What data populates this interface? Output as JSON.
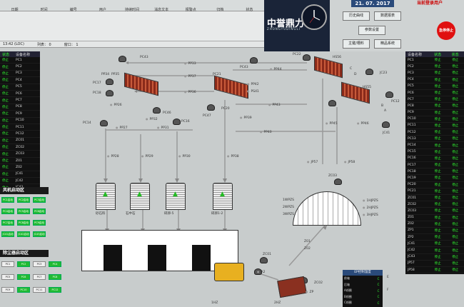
{
  "header": {
    "columns": [
      "日期",
      "时间",
      "编号",
      "用户",
      "持续时间",
      "消息文本",
      "报警点",
      "归档",
      "状态"
    ],
    "status_loc": "13:42 (LOC)",
    "list_label": "列表：",
    "list_val": "0",
    "window_label": "窗口：",
    "window_val": "1"
  },
  "logo": {
    "brand": "中誉鼎力",
    "sub": "ZHONGYUDINGLI"
  },
  "controls": {
    "date": "21. 07. 2017",
    "login": "当前登录用户",
    "buttons": [
      "历史曲线",
      "数据报表",
      "参数设置",
      "主键/槽料",
      "精品系统"
    ],
    "stop": "急停停止"
  },
  "left_table": {
    "headers": [
      "状态",
      "设备名称"
    ],
    "rows": [
      {
        "st": "停止",
        "nm": "PC1"
      },
      {
        "st": "停止",
        "nm": "PC2"
      },
      {
        "st": "停止",
        "nm": "PC3"
      },
      {
        "st": "停止",
        "nm": "PC4"
      },
      {
        "st": "停止",
        "nm": "PC5"
      },
      {
        "st": "停止",
        "nm": "PC6"
      },
      {
        "st": "停止",
        "nm": "PC7"
      },
      {
        "st": "停止",
        "nm": "PC8"
      },
      {
        "st": "停止",
        "nm": "PC9"
      },
      {
        "st": "停止",
        "nm": "PC10"
      },
      {
        "st": "停止",
        "nm": "PC11"
      },
      {
        "st": "停止",
        "nm": "PC12"
      },
      {
        "st": "停止",
        "nm": "ZC01"
      },
      {
        "st": "停止",
        "nm": "ZC02"
      },
      {
        "st": "停止",
        "nm": "ZC03"
      },
      {
        "st": "停止",
        "nm": "Z01"
      },
      {
        "st": "停止",
        "nm": "Z02"
      },
      {
        "st": "停止",
        "nm": "JC41"
      },
      {
        "st": "停止",
        "nm": "JC42"
      },
      {
        "st": "停止",
        "nm": "JC43"
      }
    ]
  },
  "fan_zone": {
    "title": "风机启动区",
    "buttons": [
      "PC1启动",
      "PC2启动",
      "PC3启动",
      "PC4启动",
      "PC5启动",
      "PC6启动",
      "PC7启动",
      "PC8启动",
      "PC9启动",
      "JC41启动",
      "JC42启动",
      "JC43启动"
    ]
  },
  "dust_zone": {
    "title": "除尘器启动区",
    "buttons": [
      "PC1",
      "PC2",
      "PC3",
      "PC4",
      "PC5",
      "PC6",
      "PC7",
      "PC8",
      "PC9",
      "PC10",
      "PC11",
      "PC12"
    ]
  },
  "right_table": {
    "headers": [
      "设备名称",
      "状态",
      "状态"
    ],
    "rows": [
      {
        "n": "PC1",
        "a": "停止",
        "b": "停止"
      },
      {
        "n": "PC2",
        "a": "停止",
        "b": "停止"
      },
      {
        "n": "PC3",
        "a": "停止",
        "b": "停止"
      },
      {
        "n": "PC4",
        "a": "停止",
        "b": "停止"
      },
      {
        "n": "PC5",
        "a": "停止",
        "b": "停止"
      },
      {
        "n": "PC6",
        "a": "停止",
        "b": "停止"
      },
      {
        "n": "PC7",
        "a": "停止",
        "b": "停止"
      },
      {
        "n": "PC8",
        "a": "停止",
        "b": "停止"
      },
      {
        "n": "PC9",
        "a": "停止",
        "b": "停止"
      },
      {
        "n": "PC10",
        "a": "停止",
        "b": "停止"
      },
      {
        "n": "PC11",
        "a": "停止",
        "b": "停止"
      },
      {
        "n": "PC12",
        "a": "停止",
        "b": "停止"
      },
      {
        "n": "PC13",
        "a": "停止",
        "b": "停止"
      },
      {
        "n": "PC14",
        "a": "停止",
        "b": "停止"
      },
      {
        "n": "PC15",
        "a": "停止",
        "b": "停止"
      },
      {
        "n": "PC16",
        "a": "停止",
        "b": "停止"
      },
      {
        "n": "PC17",
        "a": "停止",
        "b": "停止"
      },
      {
        "n": "PC18",
        "a": "停止",
        "b": "停止"
      },
      {
        "n": "PC19",
        "a": "停止",
        "b": "停止"
      },
      {
        "n": "PC20",
        "a": "停止",
        "b": "停止"
      },
      {
        "n": "PC21",
        "a": "停止",
        "b": "停止"
      },
      {
        "n": "ZC01",
        "a": "停止",
        "b": "停止"
      },
      {
        "n": "ZC02",
        "a": "停止",
        "b": "停止"
      },
      {
        "n": "ZC03",
        "a": "停止",
        "b": "停止"
      },
      {
        "n": "Z01",
        "a": "停止",
        "b": "停止"
      },
      {
        "n": "Z02",
        "a": "停止",
        "b": "停止"
      },
      {
        "n": "ZP1",
        "a": "停止",
        "b": "停止"
      },
      {
        "n": "ZP2",
        "a": "停止",
        "b": "停止"
      },
      {
        "n": "JC41",
        "a": "停止",
        "b": "停止"
      },
      {
        "n": "JC42",
        "a": "停止",
        "b": "停止"
      },
      {
        "n": "JC43",
        "a": "停止",
        "b": "停止"
      },
      {
        "n": "JP57",
        "a": "停止",
        "b": "停止"
      },
      {
        "n": "JP58",
        "a": "停止",
        "b": "停止"
      }
    ]
  },
  "legend": {
    "title": "EP控制温度",
    "rows": [
      {
        "l": "前轴",
        "v": "C"
      },
      {
        "l": "后轴",
        "v": "C"
      },
      {
        "l": "A线圈",
        "v": "C"
      },
      {
        "l": "B线圈",
        "v": "C"
      },
      {
        "l": "C线圈",
        "v": "C"
      }
    ]
  },
  "process": {
    "labels": {
      "PC43a": "PC43",
      "PC43b": "PC43",
      "PP33": "PP33",
      "PP34": "PP34",
      "PC20a": "PC20",
      "PC17": "PC17",
      "PC18": "PC18",
      "PP35": "PP35",
      "PP36": "PP36",
      "PP37": "PP37",
      "PC21": "PC21",
      "PP42": "PP42",
      "PS41": "PS41",
      "PP44": "PP44",
      "PC22": "PC22",
      "HS56": "HS56",
      "HS55": "HS55",
      "JC23": "JC23",
      "PC12": "PC12",
      "PP26": "PP26",
      "PC46": "PC46",
      "PC14": "PC14",
      "PP27": "PP27",
      "PP32": "PP32",
      "PP31": "PP31",
      "PC16": "PC16",
      "PC47": "PC47",
      "PC20b": "PC20",
      "PP39": "PP39",
      "PP43": "PP43",
      "PP40": "PP40",
      "PP45": "PP45",
      "PP46": "PP46",
      "JC41": "JC41",
      "PP28": "PP28",
      "PP29": "PP29",
      "PP30": "PP30",
      "PP38": "PP38",
      "JP57": "JP57",
      "JP58": "JP58",
      "ZC03": "ZC03",
      "1WPZS": "1WPZS",
      "2WPZS": "2WPZS",
      "3WPZS": "3WPZS",
      "1HJPZS": "1HJPZS",
      "2HJPZS": "2HJPZS",
      "3HJPZS": "3HJPZS",
      "Z01": "Z01",
      "Z02": "Z02",
      "ZC01": "ZC01",
      "ZC02": "ZC02",
      "A2": "A2",
      "ZP": "ZP",
      "1HZ": "1HZ",
      "2HZ": "2HZ",
      "B": "B",
      "C": "C",
      "D": "D",
      "A": "A",
      "E": "E",
      "F": "F"
    },
    "silos": [
      "砂石料",
      "石中石",
      "碎卵-5",
      "碎卵1-2"
    ]
  }
}
